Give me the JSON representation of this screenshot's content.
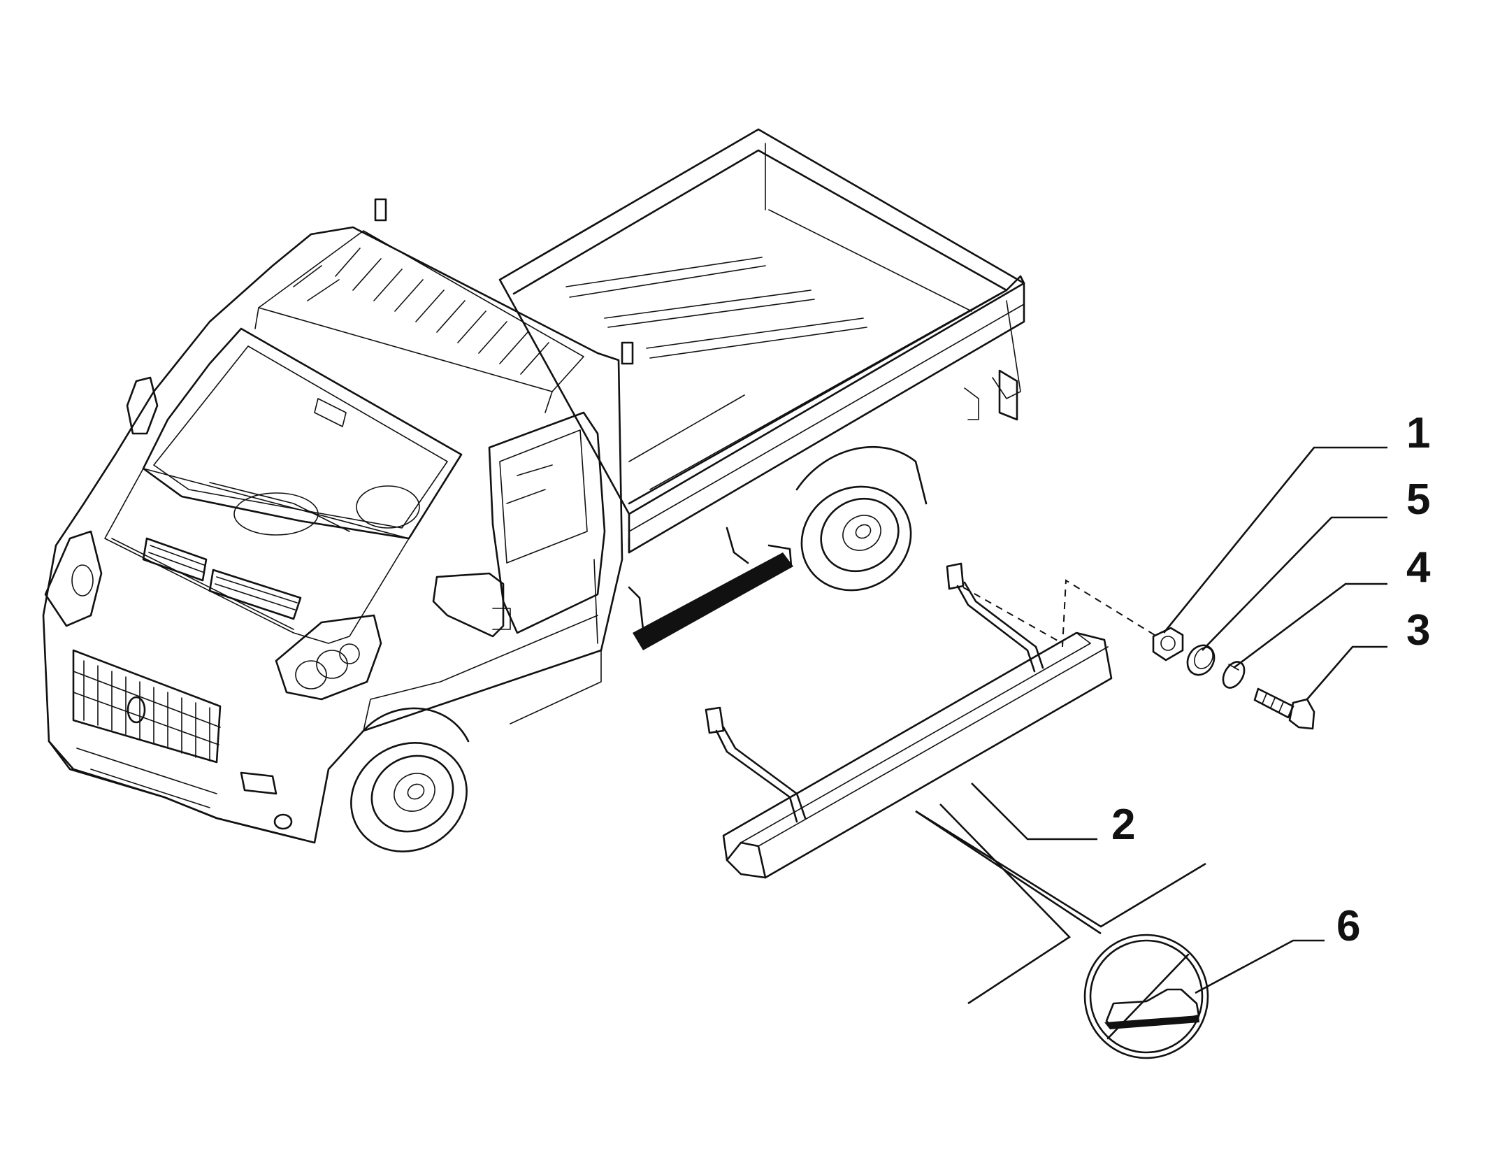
{
  "diagram": {
    "callouts": [
      {
        "id": "1",
        "label": "1"
      },
      {
        "id": "5",
        "label": "5"
      },
      {
        "id": "4",
        "label": "4"
      },
      {
        "id": "3",
        "label": "3"
      },
      {
        "id": "2",
        "label": "2"
      },
      {
        "id": "6",
        "label": "6"
      }
    ],
    "icons": {
      "no-step-sign": "no-foot-step-icon"
    }
  }
}
